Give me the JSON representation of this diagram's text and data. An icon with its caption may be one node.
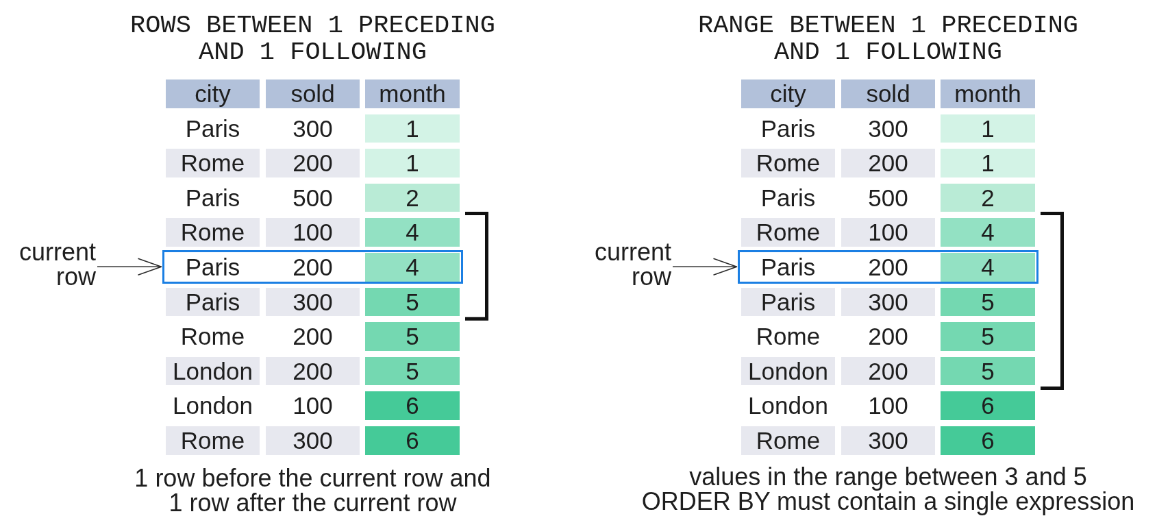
{
  "diagram": {
    "nodes": [
      {
        "text": [
          "current row"
        ]
      },
      {
        "text": [],
        "shape": "box"
      },
      {
        "text": [
          "current row"
        ]
      },
      {
        "text": [],
        "shape": "box"
      }
    ],
    "edges": [
      {
        "from": 0,
        "to": 1,
        "arrow": "to"
      },
      {
        "from": 2,
        "to": 3,
        "arrow": "to"
      }
    ],
    "labels": [
      "ROWS BETWEEN 1 PRECEDING AND 1 FOLLOWING",
      "city",
      "sold",
      "month",
      "Paris",
      "300",
      "1",
      "Rome",
      "200",
      "1",
      "Paris",
      "500",
      "2",
      "Rome",
      "100",
      "4",
      "Paris",
      "200",
      "4",
      "Paris",
      "300",
      "5",
      "Rome",
      "200",
      "5",
      "London",
      "200",
      "5",
      "London",
      "100",
      "6",
      "Rome",
      "300",
      "6",
      "1 row before the current row and 1 row after the current row",
      "RANGE BETWEEN 1 PRECEDING AND 1 FOLLOWING",
      "city",
      "sold",
      "month",
      "Paris",
      "300",
      "1",
      "Rome",
      "200",
      "1",
      "Paris",
      "500",
      "2",
      "Rome",
      "100",
      "4",
      "Paris",
      "200",
      "4",
      "Paris",
      "300",
      "5",
      "Rome",
      "200",
      "5",
      "London",
      "200",
      "5",
      "London",
      "100",
      "6",
      "Rome",
      "300",
      "6",
      "values in the range between 3 and 5",
      "ORDER BY must contain a single expression"
    ]
  }
}
